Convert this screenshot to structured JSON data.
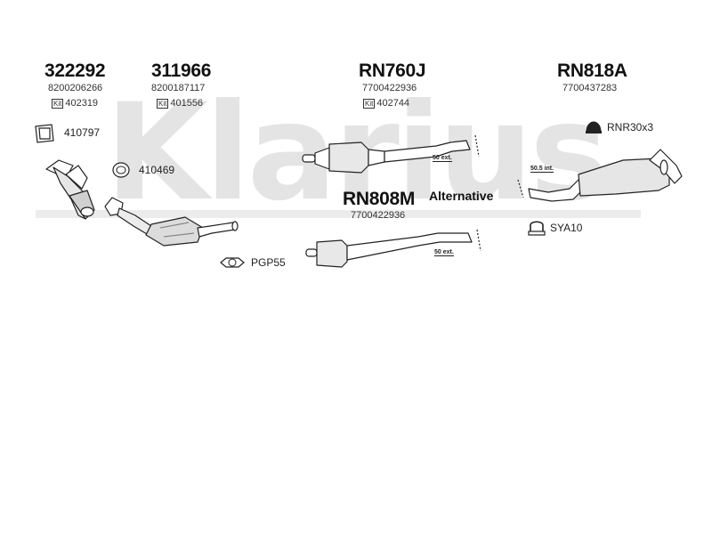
{
  "watermark": "Klarius",
  "parts": [
    {
      "code": "322292",
      "oem": "8200206266",
      "kit_label": "Kit",
      "kit": "402319"
    },
    {
      "code": "311966",
      "oem": "8200187117",
      "kit_label": "Kit",
      "kit": "401556"
    },
    {
      "code": "RN760J",
      "oem": "7700422936",
      "kit_label": "Kit",
      "kit": "402744"
    },
    {
      "code": "RN818A",
      "oem": "7700437283"
    },
    {
      "code": "RN808M",
      "oem": "7700422936"
    }
  ],
  "accessories": [
    {
      "label": "410797",
      "icon": "gasket-icon"
    },
    {
      "label": "410469",
      "icon": "ring-gasket-icon"
    },
    {
      "label": "PGP55",
      "icon": "flange-gasket-icon"
    },
    {
      "label": "RNR30x3",
      "icon": "rubber-mount-icon"
    },
    {
      "label": "SYA10",
      "icon": "clamp-icon"
    }
  ],
  "dimensions": [
    "50 ext.",
    "50.5 int.",
    "50 ext."
  ],
  "alternative_label": "Alternative"
}
